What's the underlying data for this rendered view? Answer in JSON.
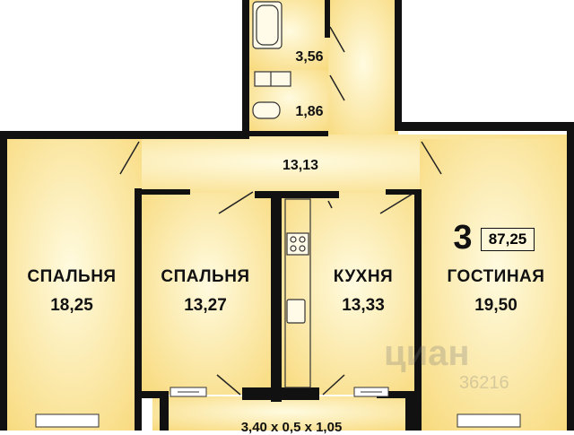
{
  "rooms": {
    "bath": {
      "area": "3,56"
    },
    "wc": {
      "area": "1,86"
    },
    "hall": {
      "area": "13,13"
    },
    "bedroom1": {
      "name": "СПАЛЬНЯ",
      "area": "18,25"
    },
    "bedroom2": {
      "name": "СПАЛЬНЯ",
      "area": "13,27"
    },
    "kitchen": {
      "name": "КУХНЯ",
      "area": "13,33"
    },
    "living": {
      "name": "ГОСТИНАЯ",
      "area": "19,50"
    }
  },
  "summary": {
    "rooms_count": "3",
    "total_area": "87,25"
  },
  "balcony": {
    "dims": "3,40 x 0,5 x 1,05"
  },
  "watermark": {
    "brand": "циан",
    "code": "36216"
  },
  "colors": {
    "wall": "#111111",
    "floor_light": "#fffbe0",
    "floor_warm": "#f8d97a"
  }
}
